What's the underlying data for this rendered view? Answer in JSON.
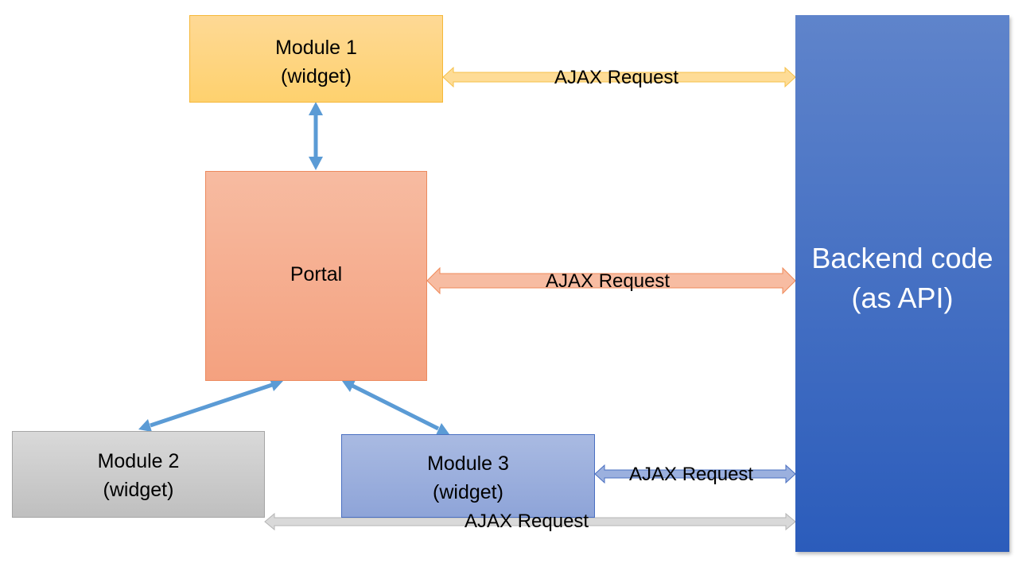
{
  "nodes": {
    "module1": "Module 1\n(widget)",
    "portal": "Portal",
    "module2": "Module 2\n(widget)",
    "module3": "Module 3\n(widget)",
    "backend": "Backend code\n(as API)"
  },
  "links": {
    "module1_backend": "AJAX Request",
    "portal_backend": "AJAX Request",
    "module3_backend": "AJAX Request",
    "module2_backend": "AJAX Request"
  },
  "colors": {
    "module1": "#fed16e",
    "portal": "#f4a17f",
    "module2": "#bfbfbf",
    "module3": "#8ea4d8",
    "backend": "#2b5cbb",
    "connector": "#5b9bd5"
  }
}
